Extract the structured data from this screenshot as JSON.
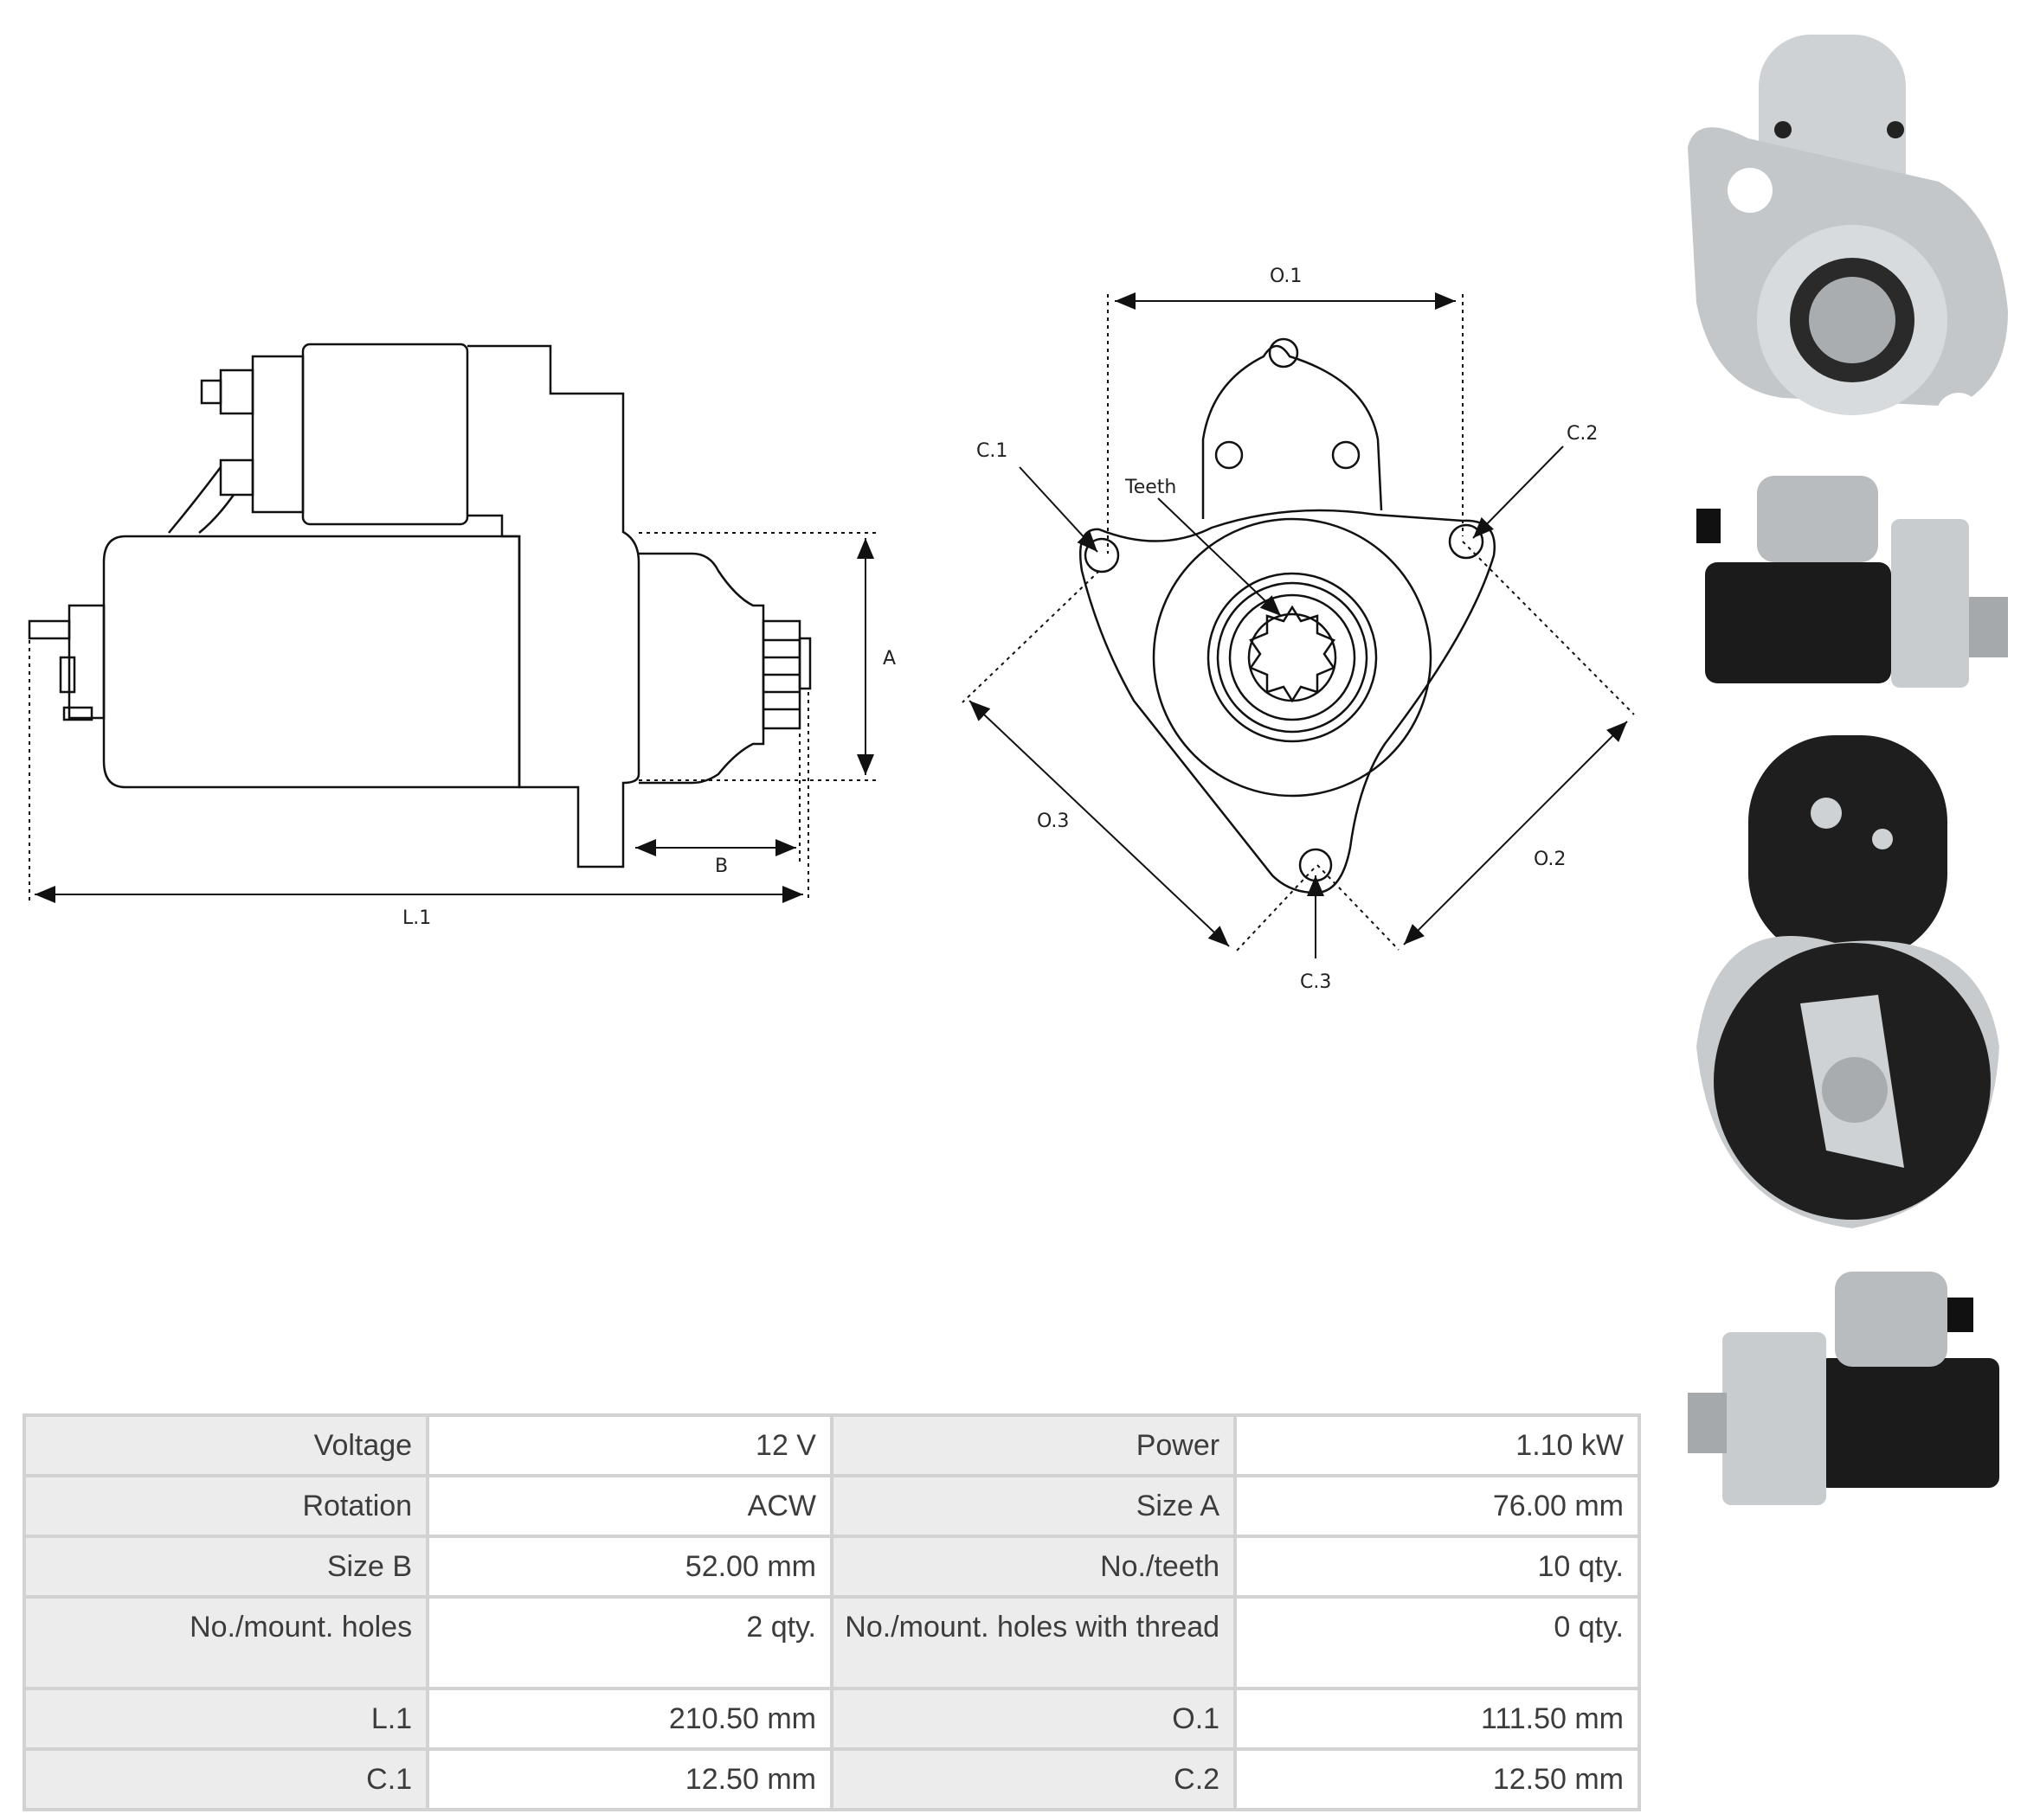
{
  "side_view": {
    "labels": {
      "a": "A",
      "b": "B",
      "l1": "L.1"
    }
  },
  "front_view": {
    "labels": {
      "o1": "O.1",
      "o2": "O.2",
      "o3": "O.3",
      "c1": "C.1",
      "c2": "C.2",
      "c3": "C.3",
      "teeth": "Teeth"
    }
  },
  "photos": [
    "starter-front-photo",
    "starter-side-photo",
    "starter-rear-photo",
    "starter-side-photo-reverse"
  ],
  "specs": {
    "rows": [
      {
        "l1": "Voltage",
        "v1": "12 V",
        "l2": "Power",
        "v2": "1.10 kW"
      },
      {
        "l1": "Rotation",
        "v1": "ACW",
        "l2": "Size A",
        "v2": "76.00 mm"
      },
      {
        "l1": "Size B",
        "v1": "52.00 mm",
        "l2": "No./teeth",
        "v2": "10 qty."
      },
      {
        "l1": "No./mount. holes",
        "v1": "2 qty.",
        "l2": "No./mount. holes with thread",
        "v2": "0 qty."
      },
      {
        "l1": "L.1",
        "v1": "210.50 mm",
        "l2": "O.1",
        "v2": "111.50 mm"
      },
      {
        "l1": "C.1",
        "v1": "12.50 mm",
        "l2": "C.2",
        "v2": "12.50 mm"
      }
    ]
  }
}
